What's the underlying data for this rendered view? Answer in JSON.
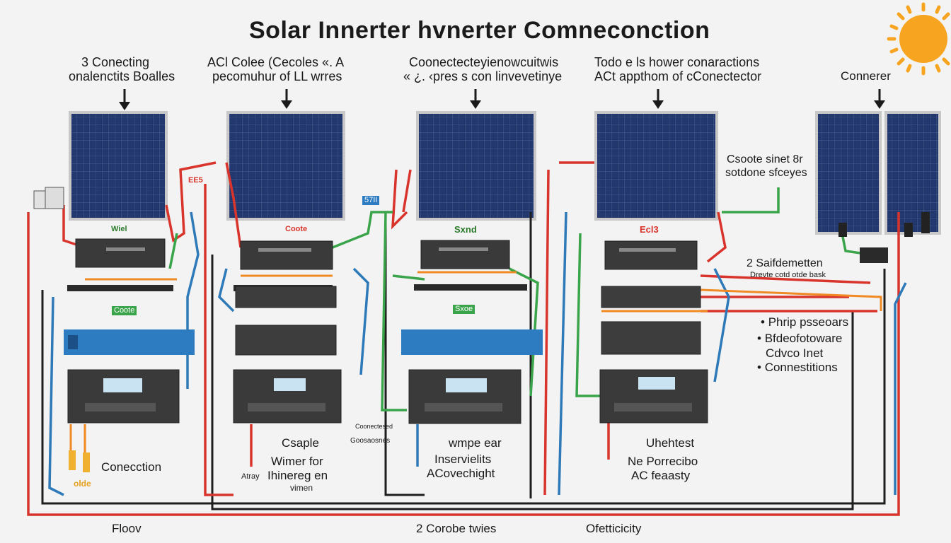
{
  "title": "Solar Innerter hvnerter Comneconction",
  "captions": {
    "c1_line1": "3  Conecting",
    "c1_line2": "onalenctits Boalles",
    "c2_line1": "ACl  Colee (Cecoles  «.  A",
    "c2_line2": "pecomuhur of LL wrres",
    "c3_line1": "Coonectecteyienowcuitwis",
    "c3_line2": "« ¿. ‹pres s con linvevetinye",
    "c4_line1": "Todo e ls hower conaractions",
    "c4_line2": "ACt appthom of cConectector",
    "c5_line1": "Connerer"
  },
  "side_notes": {
    "note1_line1": "Csoote sinet  8r",
    "note1_line2": "sotdone sfceyes",
    "note2_title": "2  Saifdemetten",
    "note2_sub": "Drevte cotd otde bask",
    "bullets": [
      "Phrip psseoars",
      "Bfdeofotoware",
      "Cdvco Inet",
      "Connestitions"
    ]
  },
  "component_labels": {
    "l1": "Conecction",
    "l2": "olde",
    "l3": "Csaple",
    "l4": "Wimer for",
    "l5": "Ihinereg en",
    "l6": "vimen",
    "l7": "Atray",
    "l8": "wmpe ear",
    "l9": "Inservielits",
    "l10": "ACovechight",
    "l11": "Uhehtest",
    "l12": "Ne Porrecibo",
    "l13": "AC feaasty",
    "l14": "Coonectesed",
    "l15": "Goosaosnes"
  },
  "tags": {
    "t1": "EE5",
    "t2": "Wiel",
    "t3": "Coote",
    "t4": "57II",
    "t5": "Sxnd",
    "t6": "Ecl3",
    "t7": "Coote",
    "t8": "Sxoe"
  },
  "footer": {
    "left": "Floov",
    "center": "2  Corobe twies",
    "right": "Ofetticicity"
  },
  "colors": {
    "wire_red": "#d8342c",
    "wire_blue": "#2e79b8",
    "wire_green": "#3aa44a",
    "wire_black": "#1e1e1e",
    "wire_orange": "#f08a24",
    "panel": "#1f3366",
    "banner": "#2d7cc2",
    "sun": "#f7a520"
  }
}
